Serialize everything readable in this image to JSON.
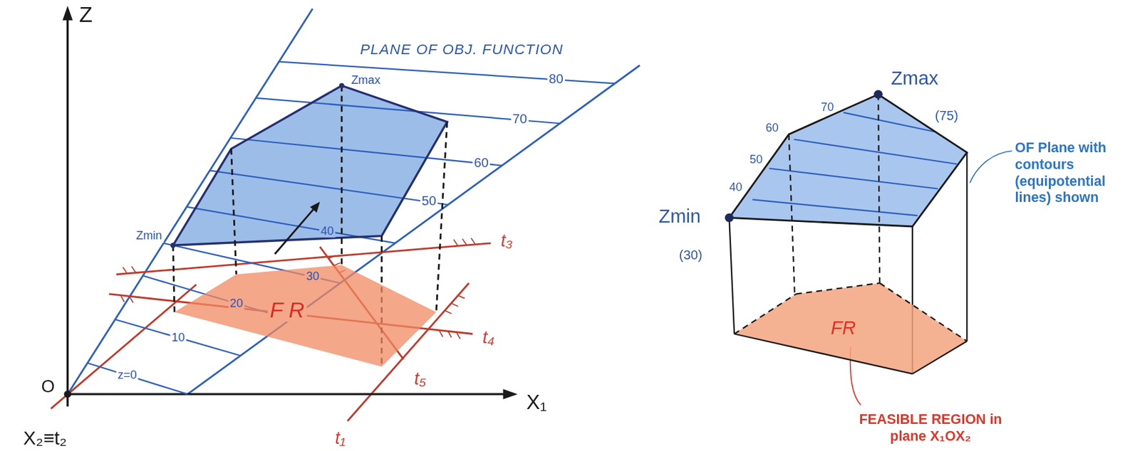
{
  "diagram": {
    "nodes": [
      {
        "text": [
          "F R"
        ]
      },
      {
        "text": [
          "FR"
        ]
      }
    ],
    "labels": [
      "Z",
      "PLANE OF OBJ. FUNCTION",
      "Zmax",
      "80",
      "70",
      "60",
      "50",
      "Zmin",
      "40",
      "t₃",
      "30",
      "20",
      "10",
      "t₄",
      "z=0",
      "t₅",
      "O",
      "X₁",
      "t₁",
      "X₂≡t₂",
      "Zmax",
      "(75)",
      "70",
      "60",
      "50",
      "40",
      "Zmin",
      "(30)",
      "OF Plane with contours (equipotential lines) shown",
      "FEASIBLE REGION in plane X₁OX₂"
    ]
  }
}
